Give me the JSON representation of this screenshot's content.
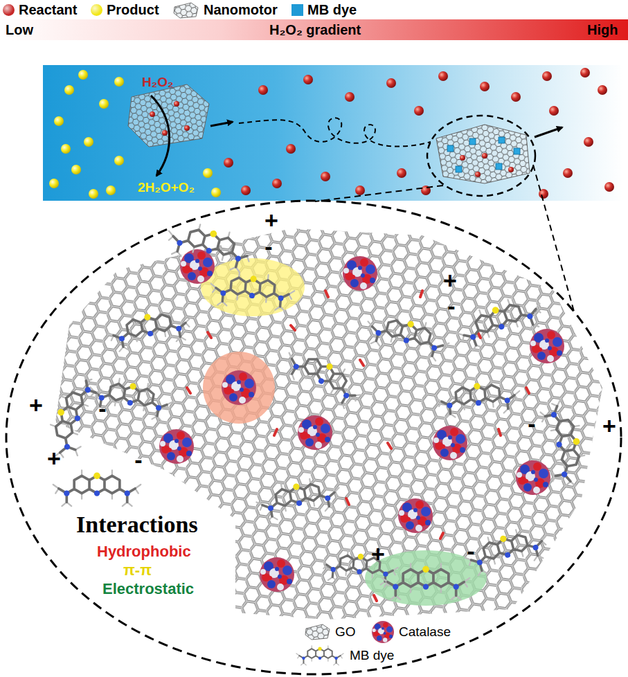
{
  "diagram": {
    "nodes": [
      {
        "text": [
          "H₂O₂",
          "2H₂O+O₂"
        ]
      },
      {
        "text": [
          "Interactions",
          "Hydrophobic",
          "π-π",
          "Electrostatic"
        ]
      }
    ],
    "labels": [
      "Low",
      "H₂O₂ gradient",
      "High",
      "+",
      "-",
      "+",
      "-",
      "+",
      "-",
      "+",
      "-",
      "+",
      "-",
      "+",
      "-"
    ],
    "legend": [
      {
        "text": "Reactant",
        "color": "#c62828"
      },
      {
        "text": "Product",
        "color": "#f2e616"
      },
      {
        "text": "Nanomotor"
      },
      {
        "text": "MB dye",
        "color": "#1f9ad6"
      },
      {
        "text": "GO"
      },
      {
        "text": "Catalase"
      },
      {
        "text": "MB dye"
      }
    ]
  }
}
